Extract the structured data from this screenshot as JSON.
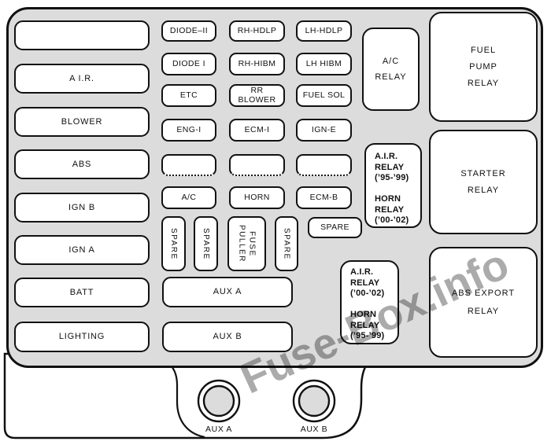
{
  "watermark": {
    "text": "Fuse-Box.info",
    "color": "#8a8a8a"
  },
  "colors": {
    "panel": "#dcdcdc",
    "line": "#111111",
    "box_fill": "#ffffff",
    "connector_fill": "#dcdcdc"
  },
  "left_column": {
    "items": [
      "",
      "A I.R.",
      "BLOWER",
      "ABS",
      "IGN B",
      "IGN A",
      "BATT",
      "LIGHTING"
    ]
  },
  "fuse_grid": {
    "rows": [
      [
        "DIODE–II",
        "RH-HDLP",
        "LH-HDLP"
      ],
      [
        "DIODE I",
        "RH-HIBM",
        "LH HIBM"
      ],
      [
        "ETC",
        "RR BLOWER",
        "FUEL SOL"
      ],
      [
        "ENG-I",
        "ECM-I",
        "IGN-E"
      ],
      [
        "",
        "",
        ""
      ],
      [
        "A/C",
        "HORN",
        "ECM-B"
      ]
    ]
  },
  "vertical_fuses": {
    "spare1": "SPARE",
    "spare2": "SPARE",
    "fuse_puller_line1": "FUSE",
    "fuse_puller_line2": "PULLER",
    "spare3": "SPARE"
  },
  "spare_horizontal": {
    "label": "SPARE"
  },
  "aux_fuses": {
    "aux_a": "AUX A",
    "aux_b": "AUX B"
  },
  "relays": {
    "ac": {
      "lines": [
        "A/C",
        "RELAY"
      ]
    },
    "fuel_pump": {
      "lines": [
        "FUEL",
        "PUMP",
        "RELAY"
      ]
    },
    "starter": {
      "lines": [
        "STARTER",
        "RELAY"
      ]
    },
    "abs_export": {
      "lines": [
        "ABS EXPORT",
        "RELAY"
      ]
    },
    "air_horn_top": {
      "lines": [
        "A.I.R.",
        "RELAY",
        "(’95-’99)",
        "",
        "HORN",
        "RELAY",
        "(’00-’02)"
      ]
    },
    "air_horn_bottom": {
      "lines": [
        "A.I.R.",
        "RELAY",
        "(’00-’02)",
        "",
        "HORN",
        "RELAY",
        "(’95-’99)"
      ]
    }
  },
  "connectors": {
    "aux_a": "AUX A",
    "aux_b": "AUX B"
  }
}
